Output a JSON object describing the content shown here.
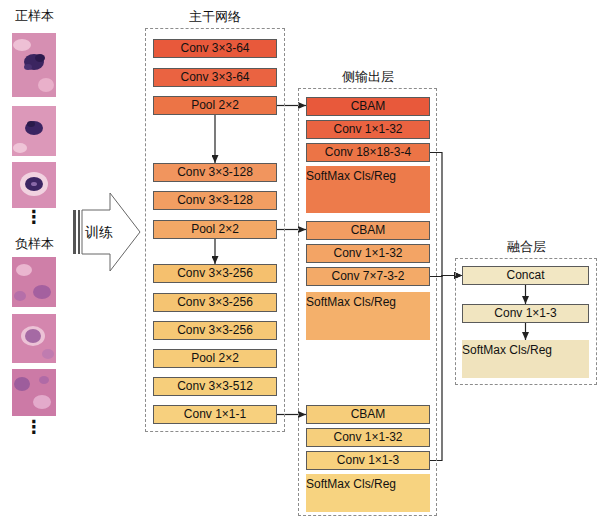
{
  "diagram": {
    "nodes": [
      {
        "text": [
          "训练"
        ]
      },
      {
        "text": [
          "主干网络"
        ]
      },
      {
        "text": [
          "Conv 3×3-64"
        ],
        "in": 1
      },
      {
        "text": [
          "Conv 3×3-64"
        ],
        "in": 1
      },
      {
        "text": [
          "Pool 2×2"
        ],
        "in": 1
      },
      {
        "text": [
          "Conv 3×3-128"
        ],
        "in": 1
      },
      {
        "text": [
          "Conv 3×3-128"
        ],
        "in": 1
      },
      {
        "text": [
          "Pool 2×2"
        ],
        "in": 1
      },
      {
        "text": [
          "Conv 3×3-256"
        ],
        "in": 1
      },
      {
        "text": [
          "Conv 3×3-256"
        ],
        "in": 1
      },
      {
        "text": [
          "Conv 3×3-256"
        ],
        "in": 1
      },
      {
        "text": [
          "Pool 2×2"
        ],
        "in": 1
      },
      {
        "text": [
          "Conv 3×3-512"
        ],
        "in": 1
      },
      {
        "text": [
          "Conv 1×1-1"
        ],
        "in": 1
      },
      {
        "text": [
          "侧输出层"
        ]
      },
      {
        "text": [
          "CBAM"
        ],
        "in": 14
      },
      {
        "text": [
          "Conv 1×1-32"
        ],
        "in": 14
      },
      {
        "text": [
          "Conv 18×18-3-4"
        ],
        "in": 14
      },
      {
        "text": [
          "SoftMax Cls/Reg"
        ],
        "in": 14
      },
      {
        "text": [
          "CBAM"
        ],
        "in": 14
      },
      {
        "text": [
          "Conv 1×1-32"
        ],
        "in": 14
      },
      {
        "text": [
          "Conv 7×7-3-2"
        ],
        "in": 14
      },
      {
        "text": [
          "SoftMax Cls/Reg"
        ],
        "in": 14
      },
      {
        "text": [
          "CBAM"
        ],
        "in": 14
      },
      {
        "text": [
          "Conv 1×1-32"
        ],
        "in": 14
      },
      {
        "text": [
          "Conv 1×1-3"
        ],
        "in": 14
      },
      {
        "text": [
          "SoftMax Cls/Reg"
        ],
        "in": 14
      },
      {
        "text": [
          "融合层"
        ]
      },
      {
        "text": [
          "Concat"
        ],
        "in": 27
      },
      {
        "text": [
          "Conv 1×1-3"
        ],
        "in": 27
      },
      {
        "text": [
          "SoftMax Cls/Reg"
        ],
        "in": 27
      }
    ],
    "edges": [
      {
        "from": 4,
        "to": 5,
        "arrow": "to"
      },
      {
        "from": 4,
        "to": 15,
        "arrow": "to"
      },
      {
        "from": 7,
        "to": 8,
        "arrow": "to"
      },
      {
        "from": 7,
        "to": 19,
        "arrow": "to"
      },
      {
        "from": 13,
        "to": 23,
        "arrow": "to"
      },
      {
        "from": 17,
        "to": 28,
        "arrow": "to"
      },
      {
        "from": 21,
        "to": 28,
        "arrow": "to"
      },
      {
        "from": 25,
        "to": 28,
        "arrow": "to"
      },
      {
        "from": 28,
        "to": 29,
        "arrow": "to"
      },
      {
        "from": 29,
        "to": 30,
        "arrow": "to"
      }
    ],
    "labels": [
      "正样本",
      "⋮",
      "负样本",
      "⋮"
    ]
  }
}
